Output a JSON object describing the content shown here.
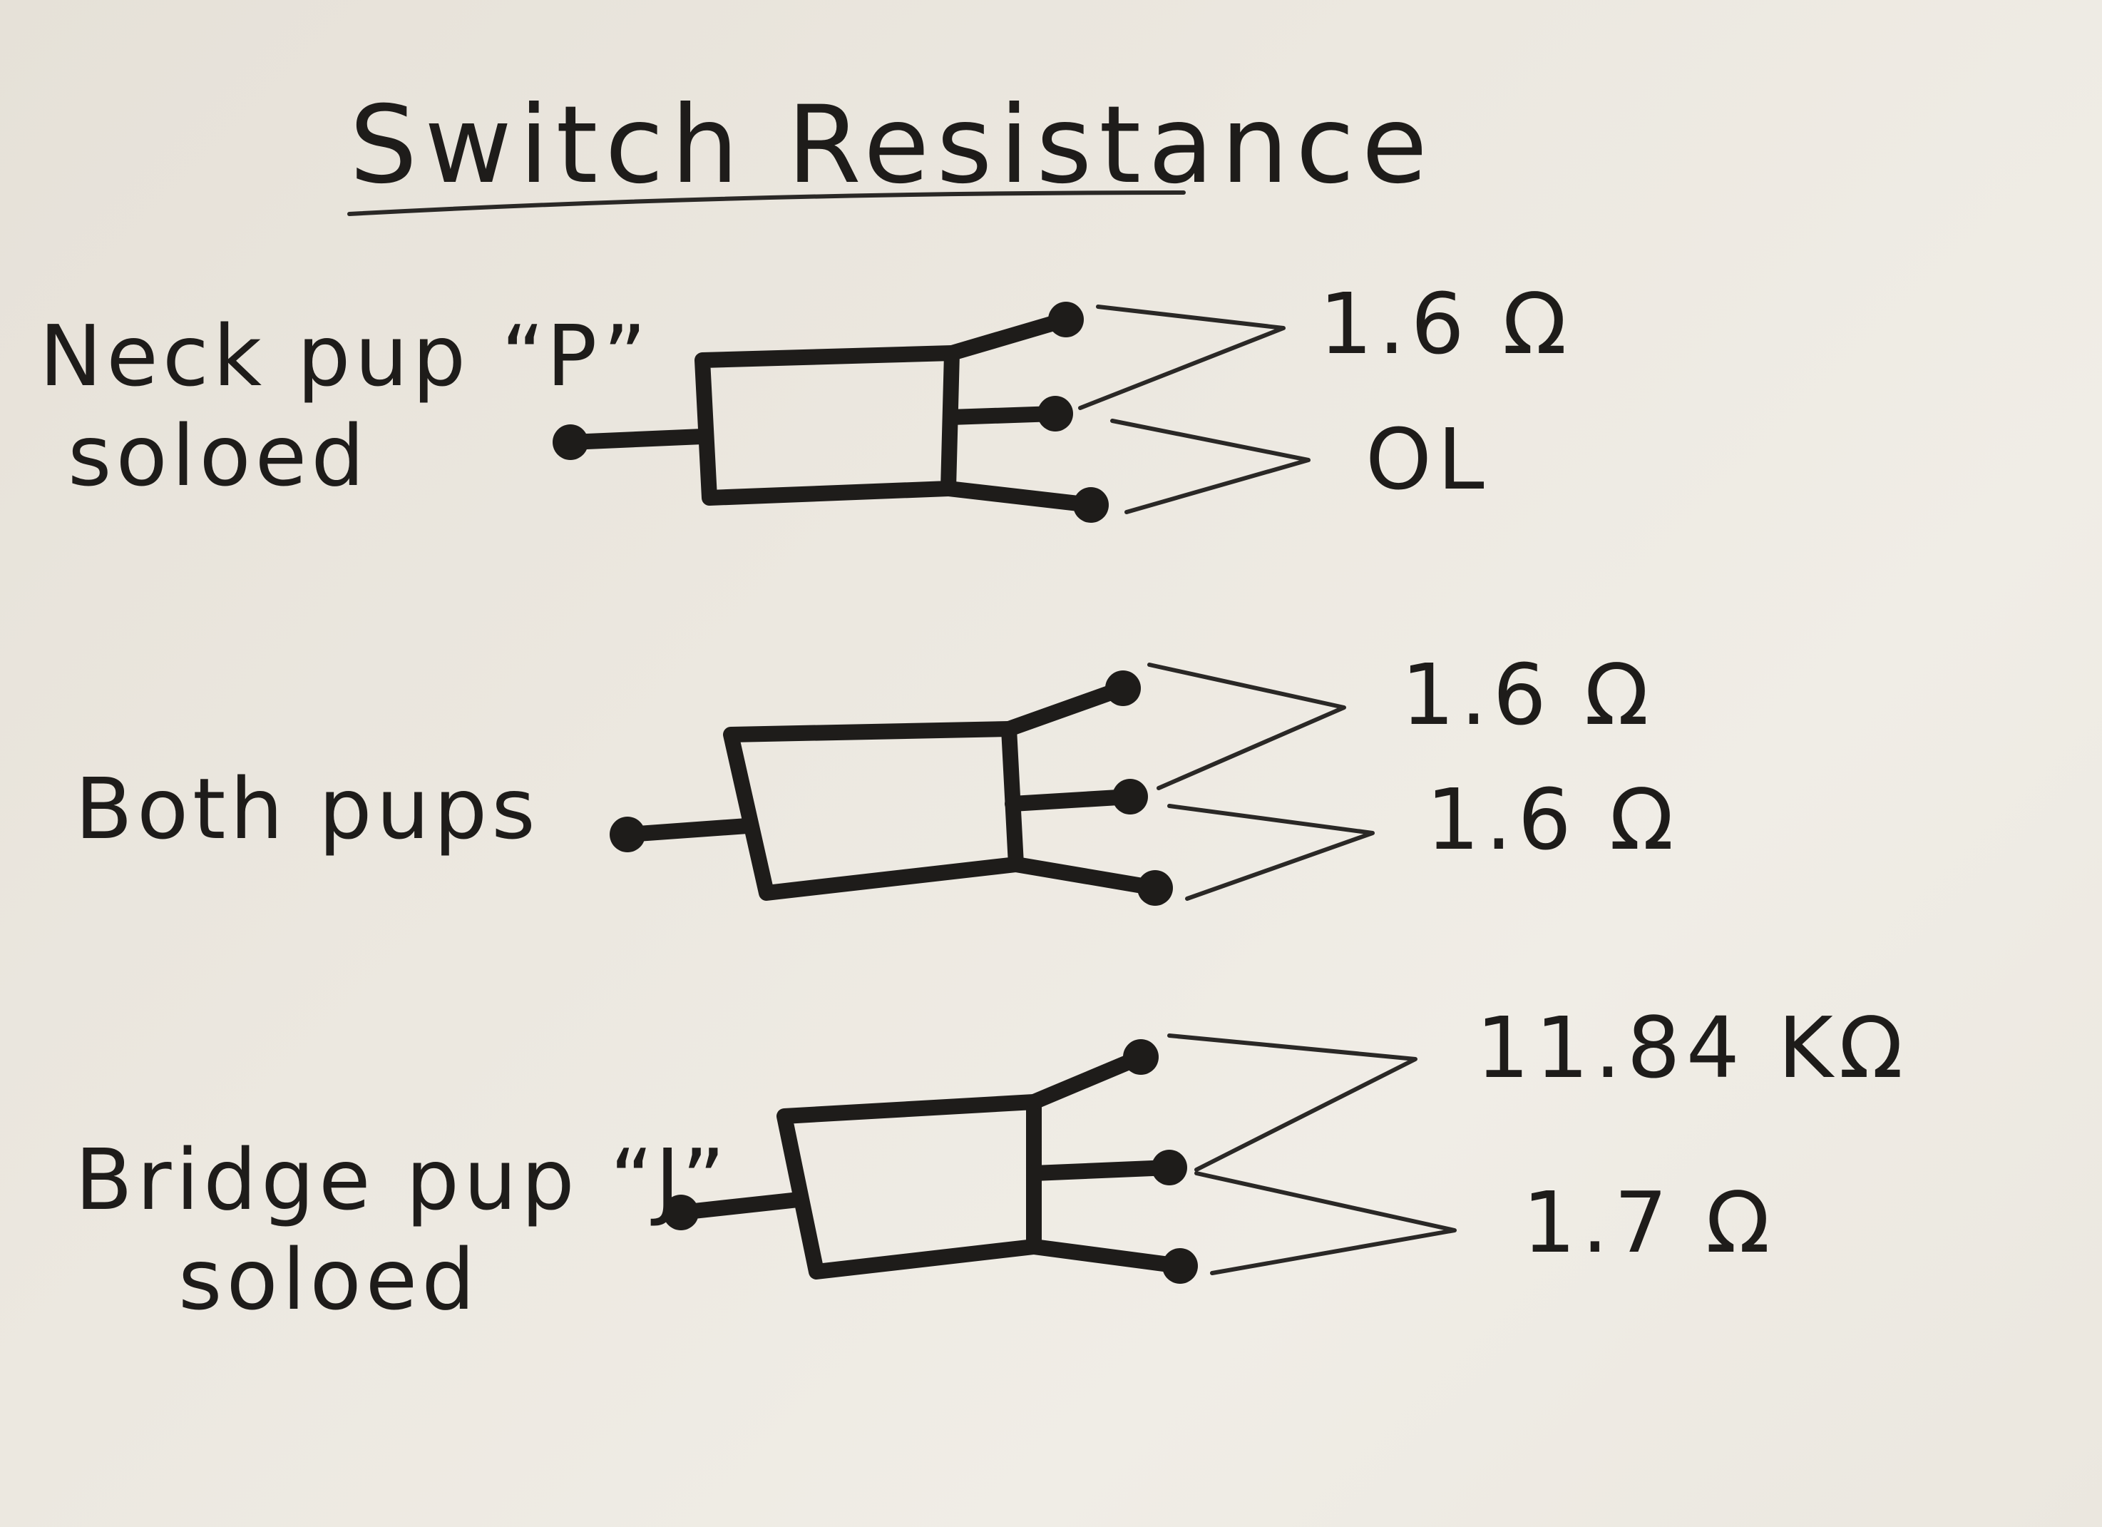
{
  "title": "Switch Resistance",
  "rows": [
    {
      "label_line1": "Neck pup “P”",
      "label_line2": "soloed",
      "upper_value": "1.6 Ω",
      "lower_value": "OL"
    },
    {
      "label_line1": "Both pups",
      "label_line2": "",
      "upper_value": "1.6 Ω",
      "lower_value": "1.6 Ω"
    },
    {
      "label_line1": "Bridge pup “J”",
      "label_line2": "soloed",
      "upper_value": "11.84 KΩ",
      "lower_value": "1.7 Ω"
    }
  ]
}
